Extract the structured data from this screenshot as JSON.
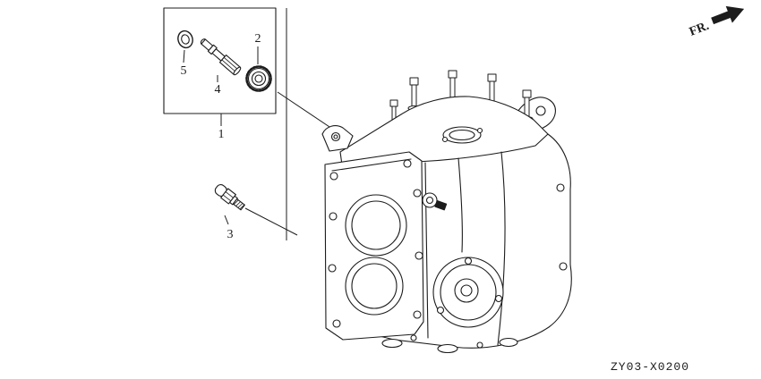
{
  "parts": {
    "group_box": {
      "label": "1"
    },
    "gear": {
      "label": "2"
    },
    "sensor": {
      "label": "3"
    },
    "shaft": {
      "label": "4"
    },
    "washer": {
      "label": "5"
    }
  },
  "orientation": {
    "front_label": "FR.",
    "arrow_icon": "arrow-up-right"
  },
  "footer": {
    "diagram_code": "ZY03-X0200"
  },
  "colors": {
    "ink": "#1c1c1c",
    "background": "#ffffff"
  }
}
